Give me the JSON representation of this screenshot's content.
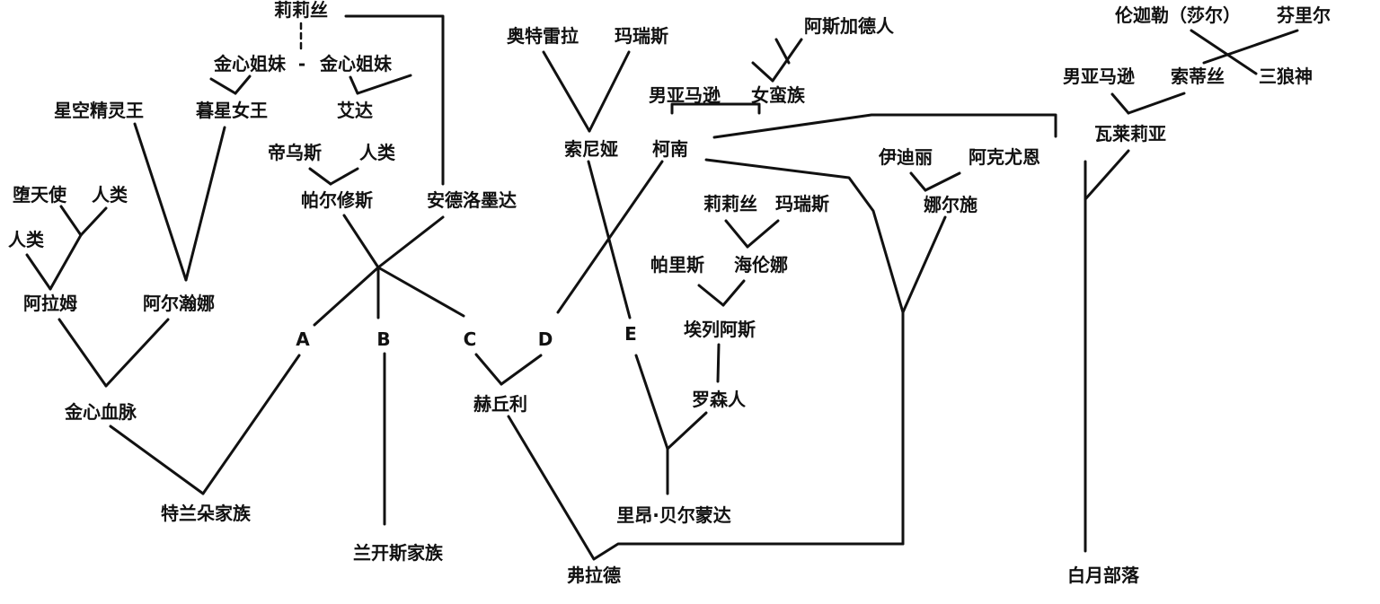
{
  "colors": {
    "line": "#111111",
    "text": "#111111",
    "background": "#ffffff"
  },
  "nodes": {
    "lilith_top": "莉莉丝",
    "golden_sister_left": "金心姐妹",
    "golden_sister_sep": "-",
    "golden_sister_right": "金心姐妹",
    "star_elf_king": "星空精灵王",
    "dusk_queen": "暮星女王",
    "aida": "艾达",
    "fallen_angel": "堕天使",
    "human_a": "人类",
    "human_b": "人类",
    "alam": "阿拉姆",
    "arhanna": "阿尔瀚娜",
    "golden_bloodline": "金心血脉",
    "trando_family": "特兰朵家族",
    "dimus": "帝乌斯",
    "human_c": "人类",
    "perseus": "帕尔修斯",
    "andromeda": "安德洛墨达",
    "lancaster_family": "兰开斯家族",
    "otrera": "奥特雷拉",
    "marius_a": "玛瑞斯",
    "sonia": "索尼娅",
    "conan": "柯南",
    "asgardian": "阿斯加德人",
    "male_amazon_a": "男亚马逊",
    "female_barbarian": "女蛮族",
    "lilith_b": "莉莉丝",
    "marius_b": "玛瑞斯",
    "paris": "帕里斯",
    "helen": "海伦娜",
    "aelius": "埃列阿斯",
    "rosen": "罗森人",
    "leon_belmonda": "里昂·贝尔蒙达",
    "hequli": "赫丘利",
    "flade": "弗拉德",
    "idili": "伊迪丽",
    "akuen": "阿克尤恩",
    "narshi": "娜尔施",
    "lunjiale": "伦迦勒（莎尔）",
    "fenli": "芬里尔",
    "male_amazon_b": "男亚马逊",
    "sotisi": "索蒂丝",
    "three_wolf_god": "三狼神",
    "valeria": "瓦莱莉亚",
    "white_moon_tribe": "白月部落"
  },
  "letters": {
    "a": "A",
    "b": "B",
    "c": "C",
    "d": "D",
    "e": "E"
  }
}
